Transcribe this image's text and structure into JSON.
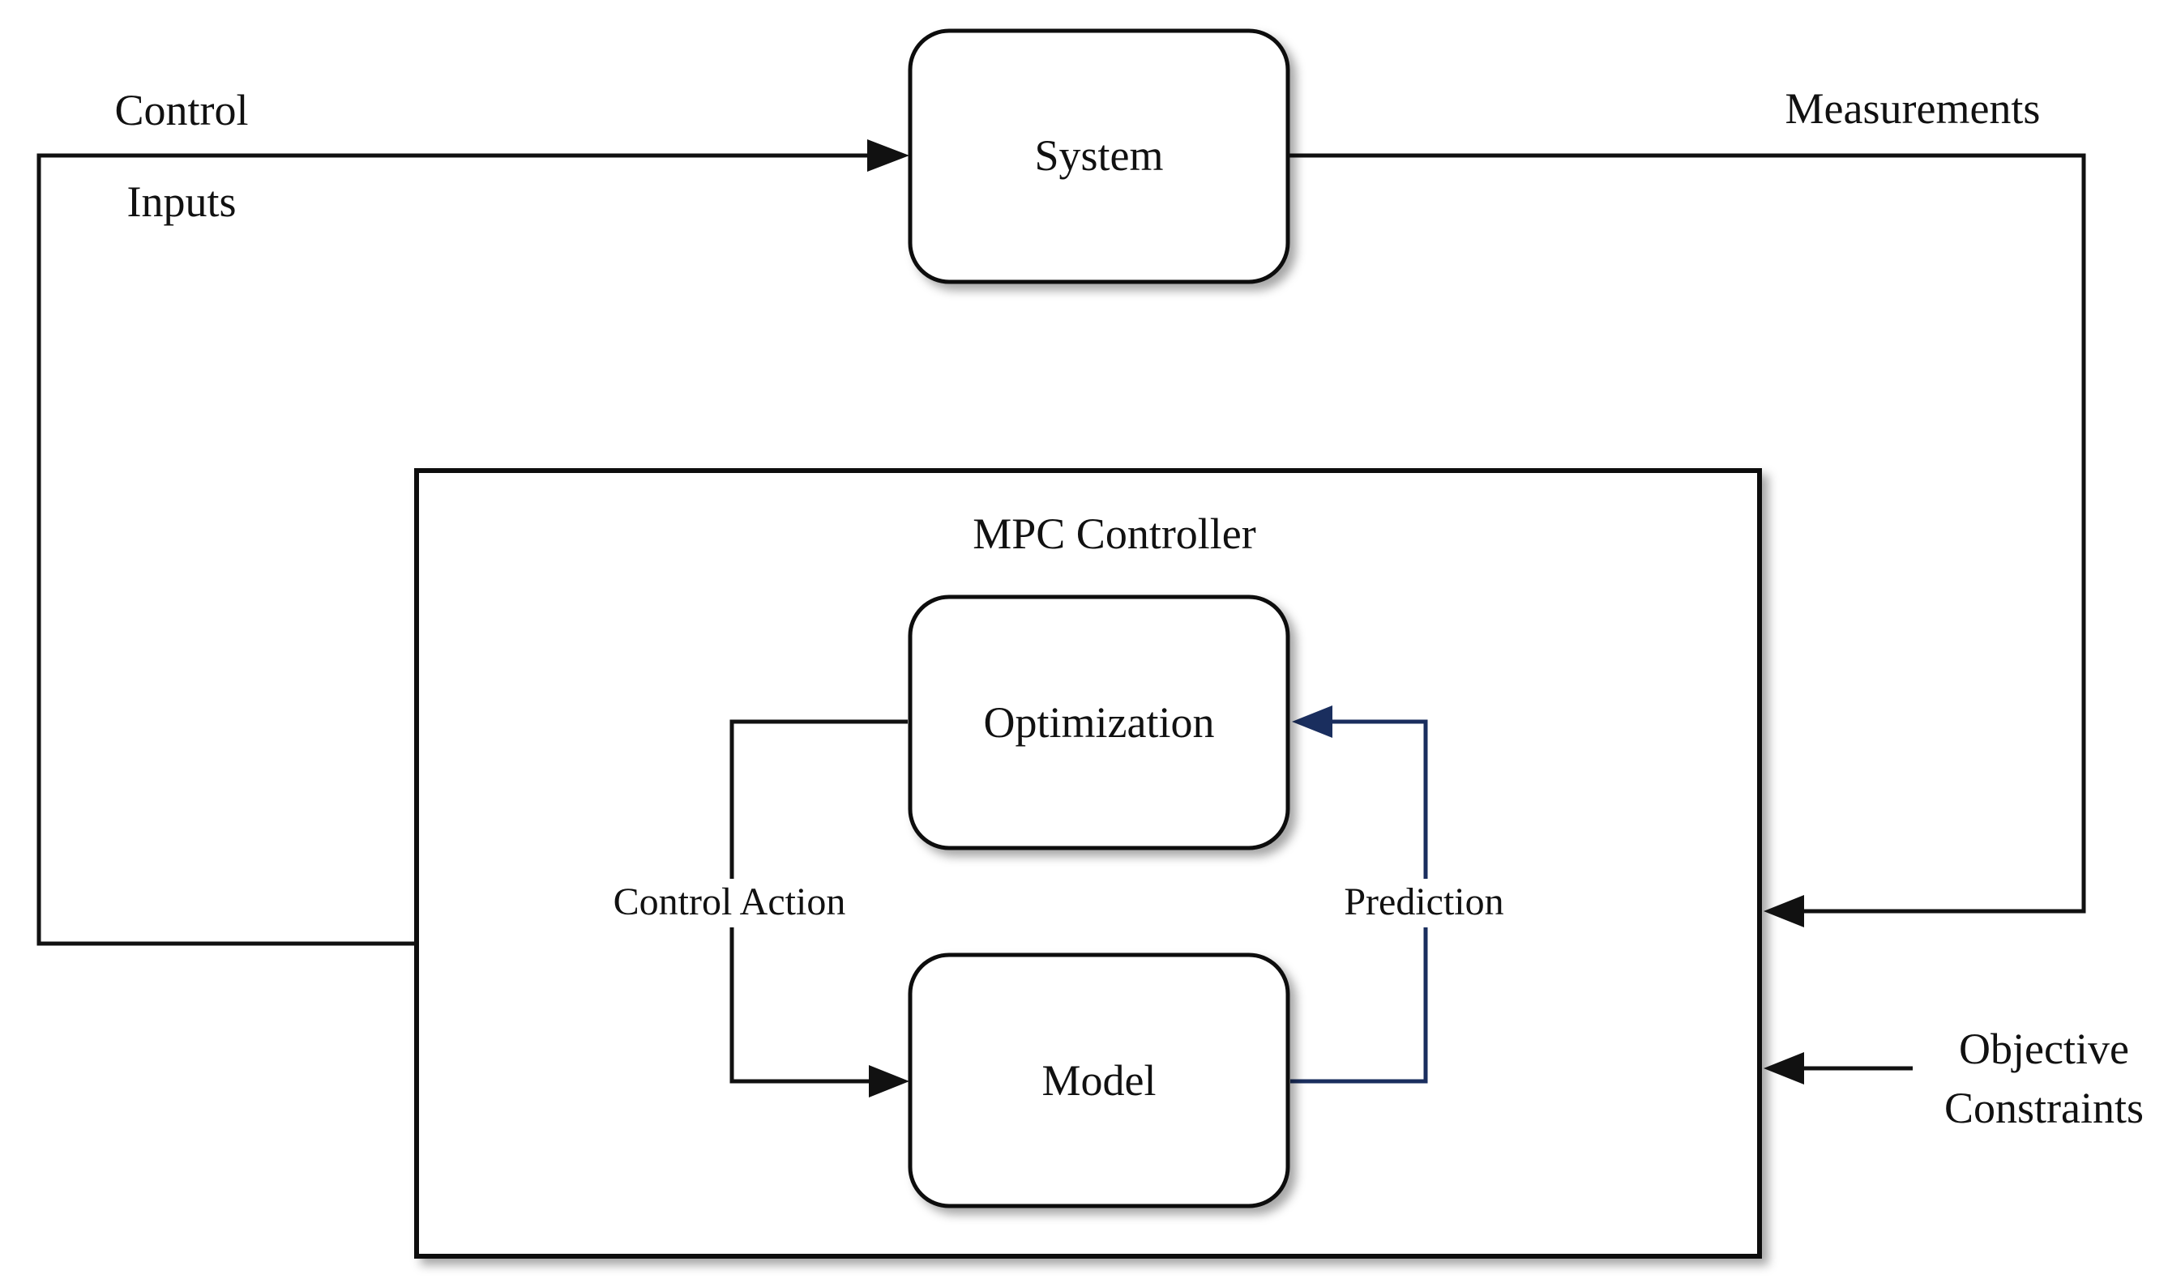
{
  "diagram": {
    "nodes": {
      "system": "System",
      "mpc_controller": "MPC Controller",
      "optimization": "Optimization",
      "model": "Model"
    },
    "edge_labels": {
      "control": "Control",
      "inputs": "Inputs",
      "measurements": "Measurements",
      "control_action": "Control Action",
      "prediction": "Prediction",
      "objective": "Objective",
      "constraints": "Constraints"
    },
    "colors": {
      "stroke": "#111111",
      "prediction_arrow": "#1a2e5e",
      "background": "#ffffff"
    }
  }
}
